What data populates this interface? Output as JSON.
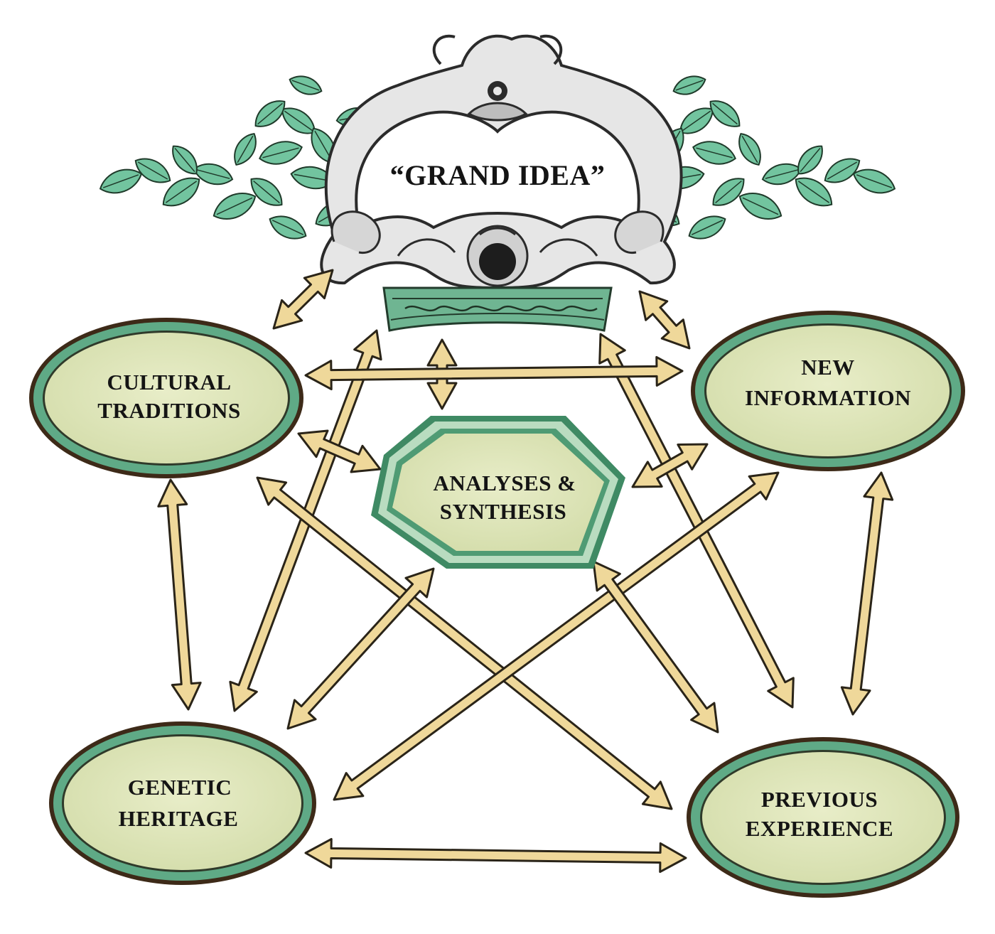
{
  "diagram": {
    "title": "“GRAND IDEA”",
    "nodes": {
      "cultural_traditions": {
        "line1": "CULTURAL",
        "line2": "TRADITIONS"
      },
      "new_information": {
        "line1": "NEW",
        "line2": "INFORMATION"
      },
      "analyses_synthesis": {
        "line1": "ANALYSES &",
        "line2": "SYNTHESIS"
      },
      "genetic_heritage": {
        "line1": "GENETIC",
        "line2": "HERITAGE"
      },
      "previous_experience": {
        "line1": "PREVIOUS",
        "line2": "EXPERIENCE"
      }
    },
    "connections": [
      {
        "from": "grand-idea",
        "to": "cultural-traditions"
      },
      {
        "from": "grand-idea",
        "to": "new-information"
      },
      {
        "from": "grand-idea",
        "to": "analyses-synthesis"
      },
      {
        "from": "grand-idea",
        "to": "genetic-heritage"
      },
      {
        "from": "grand-idea",
        "to": "previous-experience"
      },
      {
        "from": "cultural-traditions",
        "to": "new-information"
      },
      {
        "from": "cultural-traditions",
        "to": "analyses-synthesis"
      },
      {
        "from": "cultural-traditions",
        "to": "genetic-heritage"
      },
      {
        "from": "cultural-traditions",
        "to": "previous-experience"
      },
      {
        "from": "new-information",
        "to": "analyses-synthesis"
      },
      {
        "from": "new-information",
        "to": "previous-experience"
      },
      {
        "from": "new-information",
        "to": "genetic-heritage"
      },
      {
        "from": "analyses-synthesis",
        "to": "genetic-heritage"
      },
      {
        "from": "analyses-synthesis",
        "to": "previous-experience"
      },
      {
        "from": "genetic-heritage",
        "to": "previous-experience"
      }
    ],
    "colors": {
      "node_fill": "#dfe6bd",
      "node_ring": "#5faa86",
      "node_edge": "#3d2a18",
      "arrow_fill": "#efd89a",
      "arrow_stroke": "#2a2418",
      "leaf_fill": "#72c49f",
      "frame_fill": "#e8e8e8",
      "band_fill": "#6fb592"
    }
  }
}
